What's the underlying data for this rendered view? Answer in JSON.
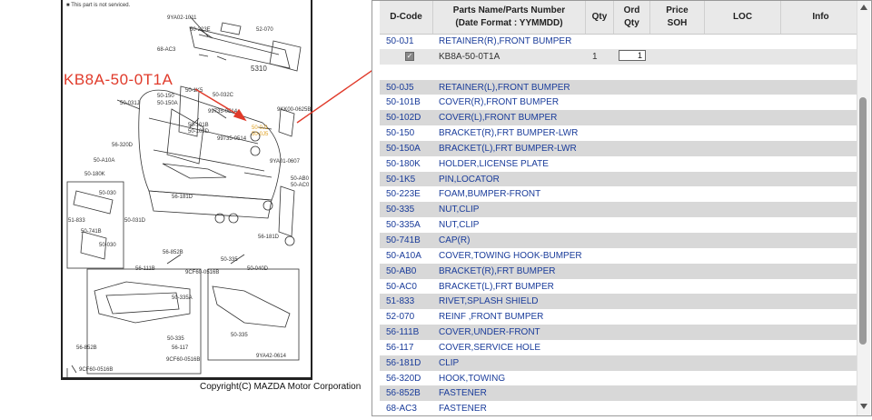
{
  "diagram": {
    "note": "This part is not serviced.",
    "callout": "KB8A-50-0T1A",
    "copyright": "Copyright(C) MAZDA Motor Corporation",
    "labels": [
      {
        "text": "9YA02-1011"
      },
      {
        "text": "50-223E"
      },
      {
        "text": "52-070"
      },
      {
        "text": "68-AC3"
      },
      {
        "text": "5310"
      },
      {
        "text": "50-1K5"
      },
      {
        "text": "50-150"
      },
      {
        "text": "50-150A"
      },
      {
        "text": "50-032C"
      },
      {
        "text": "50-031J"
      },
      {
        "text": "99735-0514"
      },
      {
        "text": "50-101B"
      },
      {
        "text": "50-102D"
      },
      {
        "text": "50-0J1",
        "hl": true
      },
      {
        "text": "50-0J5",
        "hl": true
      },
      {
        "text": "9KK00-0625B"
      },
      {
        "text": "56-320D"
      },
      {
        "text": "50-A10A"
      },
      {
        "text": "50-180K"
      },
      {
        "text": "99735-0514"
      },
      {
        "text": "9YA01-0607"
      },
      {
        "text": "50-AB0"
      },
      {
        "text": "50-AC0"
      },
      {
        "text": "50-030"
      },
      {
        "text": "51-833"
      },
      {
        "text": "50-741B"
      },
      {
        "text": "50-030"
      },
      {
        "text": "50-031D"
      },
      {
        "text": "56-181D"
      },
      {
        "text": "56-852B"
      },
      {
        "text": "50-335"
      },
      {
        "text": "56-181D"
      },
      {
        "text": "56-111B"
      },
      {
        "text": "9CF60-0516B"
      },
      {
        "text": "50-040D"
      },
      {
        "text": "50-335A"
      },
      {
        "text": "50-335"
      },
      {
        "text": "56-117"
      },
      {
        "text": "56-852B"
      },
      {
        "text": "9CF60-0516B"
      },
      {
        "text": "9CF60-0516B"
      },
      {
        "text": "50-335"
      },
      {
        "text": "9YA42-0614"
      }
    ]
  },
  "table": {
    "headers": {
      "dcode": "D-Code",
      "name_line1": "Parts Name/Parts Number",
      "name_line2": "(Date Format : YYMMDD)",
      "qty": "Qty",
      "ord_line1": "Ord",
      "ord_line2": "Qty",
      "price_line1": "Price",
      "price_line2": "SOH",
      "loc": "LOC",
      "info": "Info"
    },
    "sub_row": {
      "part_number": "KB8A-50-0T1A",
      "qty": "1",
      "ord_qty": "1"
    },
    "rows": [
      {
        "code": "50-0J1",
        "name": "RETAINER(R),FRONT BUMPER"
      },
      {
        "code": "50-0J5",
        "name": "RETAINER(L),FRONT BUMPER"
      },
      {
        "code": "50-101B",
        "name": "COVER(R),FRONT BUMPER"
      },
      {
        "code": "50-102D",
        "name": "COVER(L),FRONT BUMPER"
      },
      {
        "code": "50-150",
        "name": "BRACKET(R),FRT BUMPER-LWR"
      },
      {
        "code": "50-150A",
        "name": "BRACKET(L),FRT BUMPER-LWR"
      },
      {
        "code": "50-180K",
        "name": "HOLDER,LICENSE PLATE"
      },
      {
        "code": "50-1K5",
        "name": "PIN,LOCATOR"
      },
      {
        "code": "50-223E",
        "name": "FOAM,BUMPER-FRONT"
      },
      {
        "code": "50-335",
        "name": "NUT,CLIP"
      },
      {
        "code": "50-335A",
        "name": "NUT,CLIP"
      },
      {
        "code": "50-741B",
        "name": "CAP(R)"
      },
      {
        "code": "50-A10A",
        "name": "COVER,TOWING HOOK-BUMPER"
      },
      {
        "code": "50-AB0",
        "name": "BRACKET(R),FRT BUMPER"
      },
      {
        "code": "50-AC0",
        "name": "BRACKET(L),FRT BUMPER"
      },
      {
        "code": "51-833",
        "name": "RIVET,SPLASH SHIELD"
      },
      {
        "code": "52-070",
        "name": "REINF ,FRONT BUMPER"
      },
      {
        "code": "56-111B",
        "name": "COVER,UNDER-FRONT"
      },
      {
        "code": "56-117",
        "name": "COVER,SERVICE HOLE"
      },
      {
        "code": "56-181D",
        "name": "CLIP"
      },
      {
        "code": "56-320D",
        "name": "HOOK,TOWING"
      },
      {
        "code": "56-852B",
        "name": "FASTENER"
      },
      {
        "code": "68-AC3",
        "name": "FASTENER"
      }
    ]
  },
  "colors": {
    "link": "#1a3c9a",
    "callout": "#e03a2a",
    "highlight": "#e0a020"
  }
}
